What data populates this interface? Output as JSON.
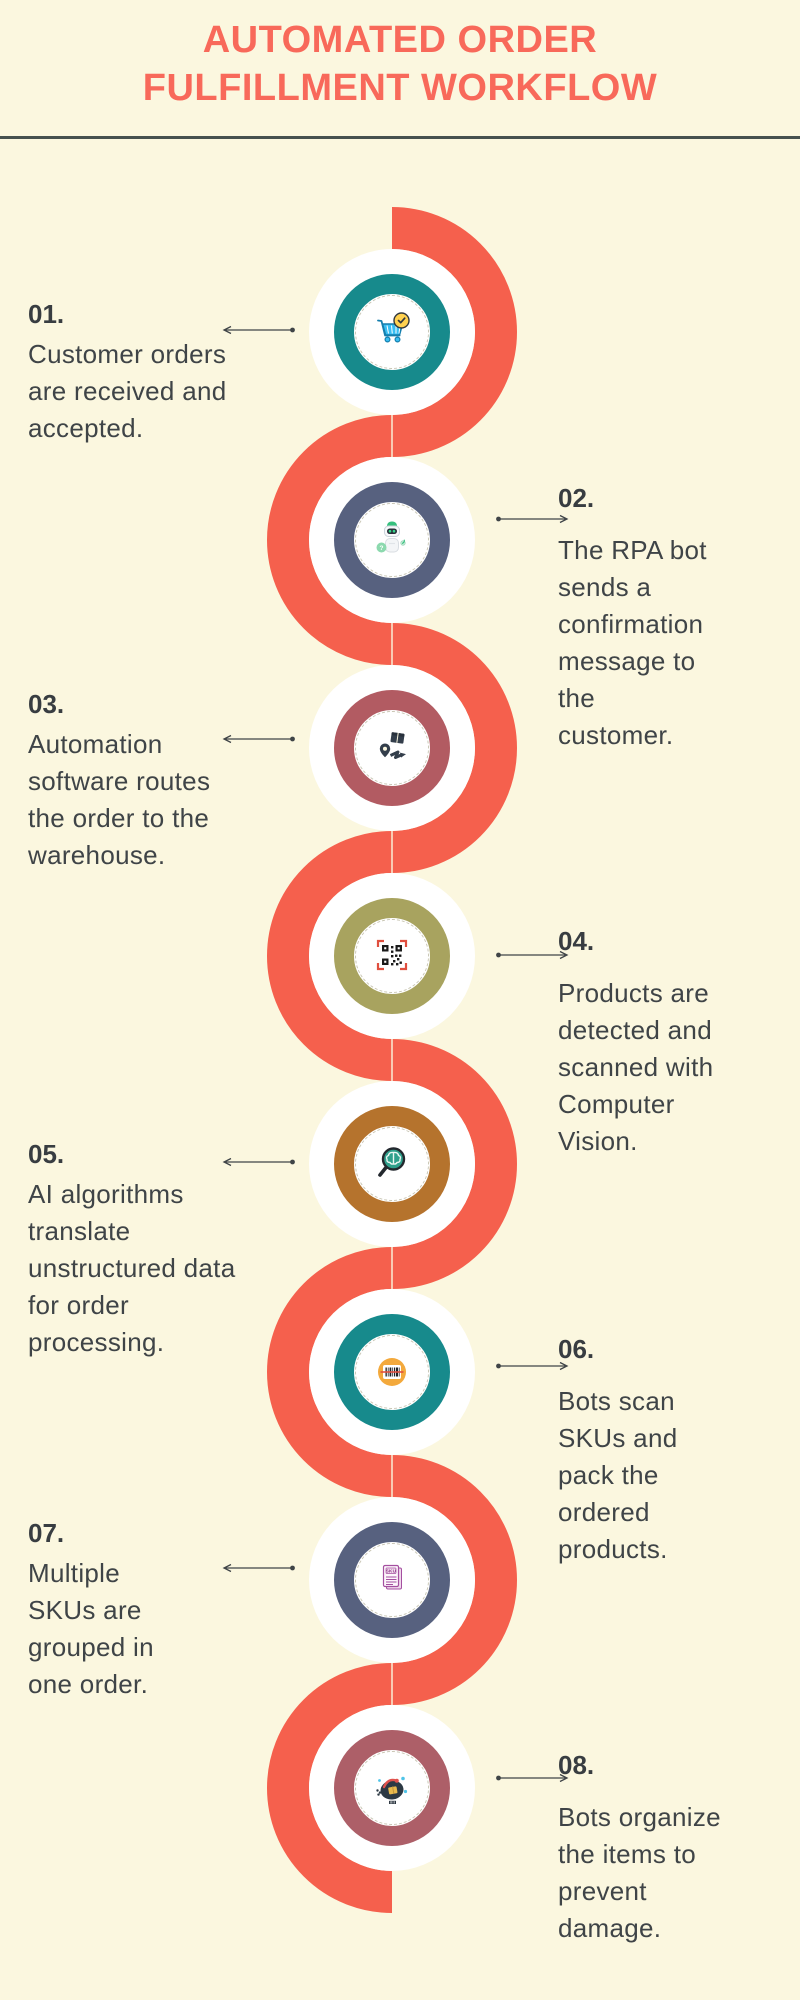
{
  "page": {
    "background_color": "#FBF7DF",
    "accent_color": "#F5604D",
    "text_color": "#3F4447",
    "divider_color": "#46514E"
  },
  "header": {
    "title_line1": "AUTOMATED ORDER",
    "title_line2": "FULFILLMENT WORKFLOW",
    "title_color": "#F8695A"
  },
  "steps": [
    {
      "number": "01.",
      "text": "Customer orders\nare received and\naccepted.",
      "side": "left",
      "ring_color": "#178A8C",
      "icon": "cart-check-icon"
    },
    {
      "number": "02.",
      "text": "The RPA bot\nsends a\nconfirmation\nmessage to\nthe\ncustomer.",
      "side": "right",
      "ring_color": "#57617F",
      "icon": "rpa-robot-icon"
    },
    {
      "number": "03.",
      "text": "Automation\nsoftware routes\nthe order to the\nwarehouse.",
      "side": "left",
      "ring_color": "#B25B62",
      "icon": "package-routing-icon"
    },
    {
      "number": "04.",
      "text": "Products are\ndetected and\nscanned with\nComputer\nVision.",
      "side": "right",
      "ring_color": "#A8A35F",
      "icon": "qr-scan-icon"
    },
    {
      "number": "05.",
      "text": "AI algorithms\ntranslate\nunstructured data\nfor order\nprocessing.",
      "side": "left",
      "ring_color": "#B5732D",
      "icon": "magnifier-brain-icon"
    },
    {
      "number": "06.",
      "text": "Bots scan\nSKUs and\npack the\nordered\nproducts.",
      "side": "right",
      "ring_color": "#178A8C",
      "icon": "barcode-icon"
    },
    {
      "number": "07.",
      "text": "Multiple\nSKUs are\ngrouped in\none order.",
      "side": "left",
      "ring_color": "#57617F",
      "icon": "sku-document-icon"
    },
    {
      "number": "08.",
      "text": "Bots organize\nthe items to\nprevent\ndamage.",
      "side": "right",
      "ring_color": "#AD5F68",
      "icon": "packing-robot-icon"
    }
  ]
}
